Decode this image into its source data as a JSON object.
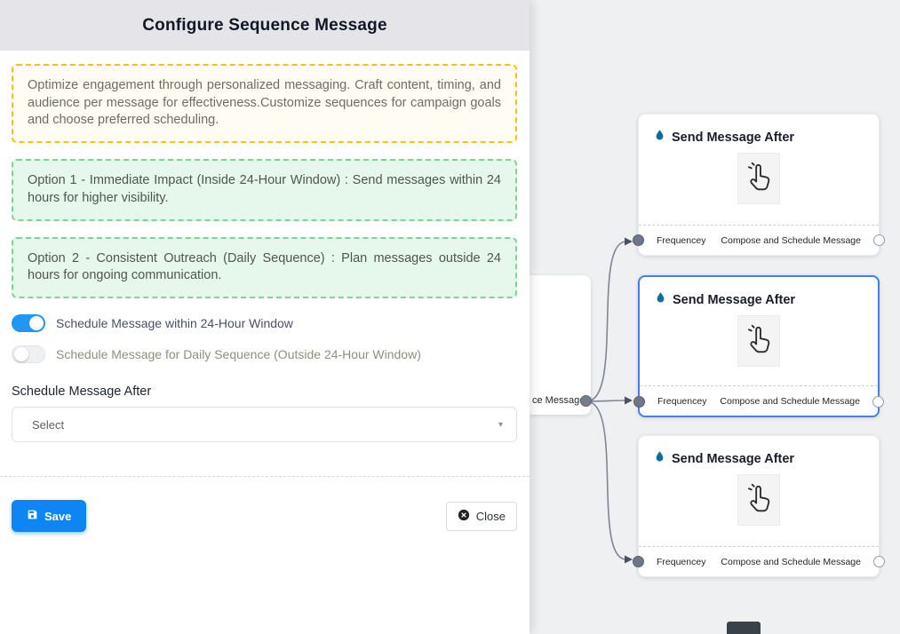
{
  "colors": {
    "accent_blue": "#2196f3",
    "save_blue": "#0d86f3",
    "selected_border": "#3b82f6",
    "droplet": "#0b6e99",
    "warning_border": "#ffc107",
    "success_border": "#7ed492"
  },
  "panel": {
    "title": "Configure Sequence Message",
    "intro_note": "Optimize engagement through personalized messaging. Craft content, timing, and audience per message for effectiveness.Customize sequences for campaign goals and choose preferred scheduling.",
    "option1_note": "Option 1 - Immediate Impact (Inside 24-Hour Window) : Send messages within 24 hours for higher visibility.",
    "option2_note": "Option 2 - Consistent Outreach (Daily Sequence) : Plan messages outside 24 hours for ongoing communication.",
    "toggles": [
      {
        "label": "Schedule Message within 24-Hour Window",
        "state": "on"
      },
      {
        "label": "Schedule Message for Daily Sequence (Outside 24-Hour Window)",
        "state": "off"
      }
    ],
    "schedule_after": {
      "label": "Schedule Message After",
      "value": "Select"
    },
    "buttons": {
      "save": "Save",
      "close": "Close"
    }
  },
  "flow": {
    "partial_node_label": "ce Message",
    "nodes": [
      {
        "title": "Send Message After",
        "tab_frequency": "Frequencey",
        "tab_compose": "Compose and Schedule Message",
        "selected": false
      },
      {
        "title": "Send Message After",
        "tab_frequency": "Frequencey",
        "tab_compose": "Compose and Schedule Message",
        "selected": true
      },
      {
        "title": "Send Message After",
        "tab_frequency": "Frequencey",
        "tab_compose": "Compose and Schedule Message",
        "selected": false
      }
    ]
  }
}
